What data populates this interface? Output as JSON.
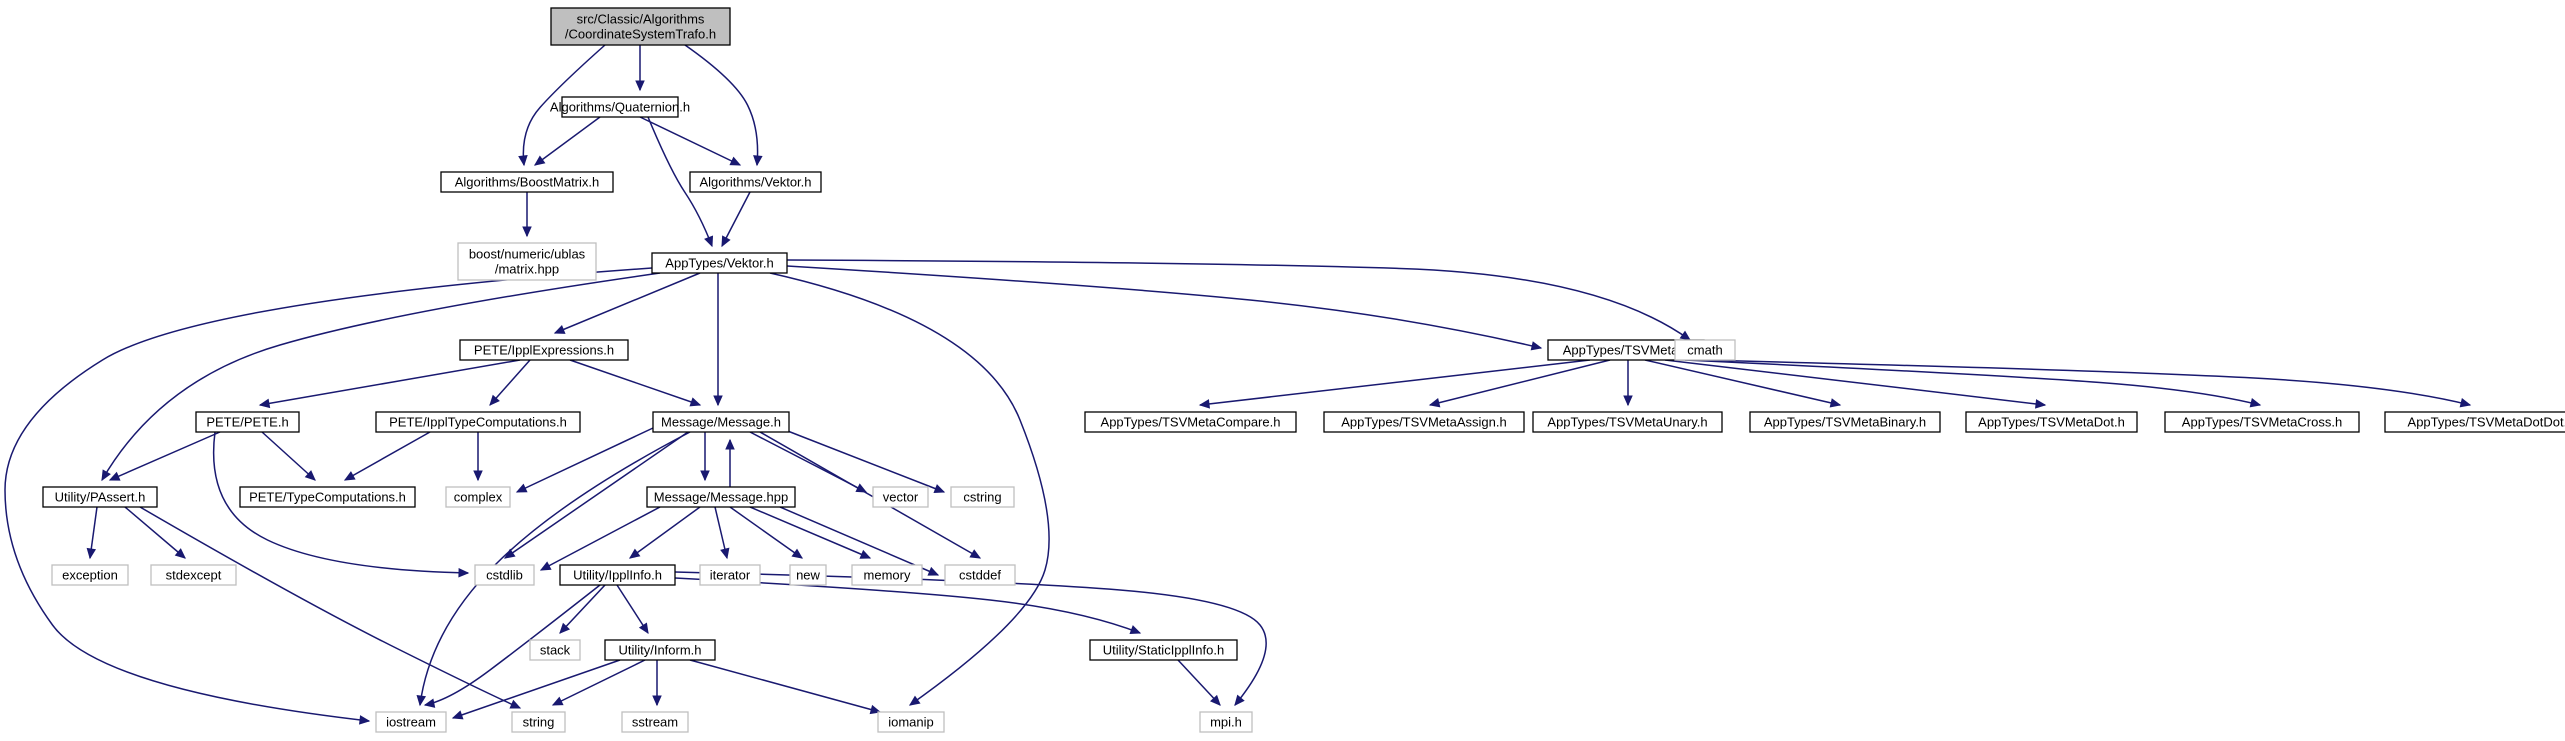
{
  "diagram": {
    "colors": {
      "edge": "#191970",
      "root_fill": "#bfbfbf",
      "root_border": "#000000",
      "node_fill": "#ffffff",
      "node_border": "#000000",
      "external_border": "#bfbfbf",
      "external_text": "#333333"
    },
    "nodes": [
      {
        "id": "root",
        "kind": "root",
        "lines": [
          "src/Classic/Algorithms",
          "/CoordinateSystemTrafo.h"
        ]
      },
      {
        "id": "quaternion",
        "kind": "header",
        "lines": [
          "Algorithms/Quaternion.h"
        ]
      },
      {
        "id": "boostmatrix",
        "kind": "header",
        "lines": [
          "Algorithms/BoostMatrix.h"
        ]
      },
      {
        "id": "algvektor",
        "kind": "header",
        "lines": [
          "Algorithms/Vektor.h"
        ]
      },
      {
        "id": "ublas",
        "kind": "external",
        "lines": [
          "boost/numeric/ublas",
          "/matrix.hpp"
        ]
      },
      {
        "id": "appvektor",
        "kind": "header",
        "lines": [
          "AppTypes/Vektor.h"
        ]
      },
      {
        "id": "ipplexpr",
        "kind": "header",
        "lines": [
          "PETE/IpplExpressions.h"
        ]
      },
      {
        "id": "tsvmeta",
        "kind": "header",
        "lines": [
          "AppTypes/TSVMeta.h"
        ]
      },
      {
        "id": "cmath",
        "kind": "external",
        "lines": [
          "cmath"
        ]
      },
      {
        "id": "pete",
        "kind": "header",
        "lines": [
          "PETE/PETE.h"
        ]
      },
      {
        "id": "ippltypecomp",
        "kind": "header",
        "lines": [
          "PETE/IpplTypeComputations.h"
        ]
      },
      {
        "id": "message",
        "kind": "header",
        "lines": [
          "Message/Message.h"
        ]
      },
      {
        "id": "tsvcompare",
        "kind": "header",
        "lines": [
          "AppTypes/TSVMetaCompare.h"
        ]
      },
      {
        "id": "tsvassign",
        "kind": "header",
        "lines": [
          "AppTypes/TSVMetaAssign.h"
        ]
      },
      {
        "id": "tsvunary",
        "kind": "header",
        "lines": [
          "AppTypes/TSVMetaUnary.h"
        ]
      },
      {
        "id": "tsvbinary",
        "kind": "header",
        "lines": [
          "AppTypes/TSVMetaBinary.h"
        ]
      },
      {
        "id": "tsvdot",
        "kind": "header",
        "lines": [
          "AppTypes/TSVMetaDot.h"
        ]
      },
      {
        "id": "tsvcross",
        "kind": "header",
        "lines": [
          "AppTypes/TSVMetaCross.h"
        ]
      },
      {
        "id": "tsvdotdot",
        "kind": "header",
        "lines": [
          "AppTypes/TSVMetaDotDot.h"
        ]
      },
      {
        "id": "passert",
        "kind": "header",
        "lines": [
          "Utility/PAssert.h"
        ]
      },
      {
        "id": "typecomp",
        "kind": "header",
        "lines": [
          "PETE/TypeComputations.h"
        ]
      },
      {
        "id": "complex",
        "kind": "external",
        "lines": [
          "complex"
        ]
      },
      {
        "id": "messagehpp",
        "kind": "header",
        "lines": [
          "Message/Message.hpp"
        ]
      },
      {
        "id": "vector",
        "kind": "external",
        "lines": [
          "vector"
        ]
      },
      {
        "id": "cstring",
        "kind": "external",
        "lines": [
          "cstring"
        ]
      },
      {
        "id": "exception",
        "kind": "external",
        "lines": [
          "exception"
        ]
      },
      {
        "id": "stdexcept",
        "kind": "external",
        "lines": [
          "stdexcept"
        ]
      },
      {
        "id": "cstdlib",
        "kind": "external",
        "lines": [
          "cstdlib"
        ]
      },
      {
        "id": "iterator",
        "kind": "external",
        "lines": [
          "iterator"
        ]
      },
      {
        "id": "new",
        "kind": "external",
        "lines": [
          "new"
        ]
      },
      {
        "id": "memory",
        "kind": "external",
        "lines": [
          "memory"
        ]
      },
      {
        "id": "cstddef",
        "kind": "external",
        "lines": [
          "cstddef"
        ]
      },
      {
        "id": "ipplinfo",
        "kind": "header",
        "lines": [
          "Utility/IpplInfo.h"
        ]
      },
      {
        "id": "stack",
        "kind": "external",
        "lines": [
          "stack"
        ]
      },
      {
        "id": "inform",
        "kind": "header",
        "lines": [
          "Utility/Inform.h"
        ]
      },
      {
        "id": "staticipplinfo",
        "kind": "header",
        "lines": [
          "Utility/StaticIpplInfo.h"
        ]
      },
      {
        "id": "iostream",
        "kind": "external",
        "lines": [
          "iostream"
        ]
      },
      {
        "id": "string",
        "kind": "external",
        "lines": [
          "string"
        ]
      },
      {
        "id": "sstream",
        "kind": "external",
        "lines": [
          "sstream"
        ]
      },
      {
        "id": "iomanip",
        "kind": "external",
        "lines": [
          "iomanip"
        ]
      },
      {
        "id": "mpi",
        "kind": "external",
        "lines": [
          "mpi.h"
        ]
      }
    ],
    "edges": [
      {
        "from": "root",
        "to": "quaternion"
      },
      {
        "from": "root",
        "to": "boostmatrix"
      },
      {
        "from": "root",
        "to": "algvektor"
      },
      {
        "from": "quaternion",
        "to": "boostmatrix"
      },
      {
        "from": "quaternion",
        "to": "algvektor"
      },
      {
        "from": "quaternion",
        "to": "appvektor"
      },
      {
        "from": "boostmatrix",
        "to": "ublas"
      },
      {
        "from": "algvektor",
        "to": "appvektor"
      },
      {
        "from": "appvektor",
        "to": "ipplexpr"
      },
      {
        "from": "appvektor",
        "to": "message"
      },
      {
        "from": "appvektor",
        "to": "tsvmeta"
      },
      {
        "from": "appvektor",
        "to": "cmath"
      },
      {
        "from": "appvektor",
        "to": "passert"
      },
      {
        "from": "appvektor",
        "to": "iostream"
      },
      {
        "from": "appvektor",
        "to": "iomanip"
      },
      {
        "from": "ipplexpr",
        "to": "pete"
      },
      {
        "from": "ipplexpr",
        "to": "ippltypecomp"
      },
      {
        "from": "ipplexpr",
        "to": "message"
      },
      {
        "from": "tsvmeta",
        "to": "tsvcompare"
      },
      {
        "from": "tsvmeta",
        "to": "tsvassign"
      },
      {
        "from": "tsvmeta",
        "to": "tsvunary"
      },
      {
        "from": "tsvmeta",
        "to": "tsvbinary"
      },
      {
        "from": "tsvmeta",
        "to": "tsvdot"
      },
      {
        "from": "tsvmeta",
        "to": "tsvcross"
      },
      {
        "from": "tsvmeta",
        "to": "tsvdotdot"
      },
      {
        "from": "pete",
        "to": "passert"
      },
      {
        "from": "pete",
        "to": "typecomp"
      },
      {
        "from": "pete",
        "to": "cstdlib"
      },
      {
        "from": "ippltypecomp",
        "to": "typecomp"
      },
      {
        "from": "ippltypecomp",
        "to": "complex"
      },
      {
        "from": "message",
        "to": "messagehpp"
      },
      {
        "from": "messagehpp",
        "to": "message"
      },
      {
        "from": "message",
        "to": "complex"
      },
      {
        "from": "message",
        "to": "vector"
      },
      {
        "from": "message",
        "to": "cstring"
      },
      {
        "from": "message",
        "to": "cstdlib"
      },
      {
        "from": "message",
        "to": "cstddef"
      },
      {
        "from": "message",
        "to": "iostream"
      },
      {
        "from": "passert",
        "to": "exception"
      },
      {
        "from": "passert",
        "to": "stdexcept"
      },
      {
        "from": "passert",
        "to": "string"
      },
      {
        "from": "messagehpp",
        "to": "cstdlib"
      },
      {
        "from": "messagehpp",
        "to": "ipplinfo"
      },
      {
        "from": "messagehpp",
        "to": "iterator"
      },
      {
        "from": "messagehpp",
        "to": "new"
      },
      {
        "from": "messagehpp",
        "to": "memory"
      },
      {
        "from": "messagehpp",
        "to": "cstddef"
      },
      {
        "from": "ipplinfo",
        "to": "stack"
      },
      {
        "from": "ipplinfo",
        "to": "inform"
      },
      {
        "from": "ipplinfo",
        "to": "iostream"
      },
      {
        "from": "ipplinfo",
        "to": "staticipplinfo"
      },
      {
        "from": "ipplinfo",
        "to": "mpi"
      },
      {
        "from": "inform",
        "to": "iostream"
      },
      {
        "from": "inform",
        "to": "string"
      },
      {
        "from": "inform",
        "to": "sstream"
      },
      {
        "from": "inform",
        "to": "iomanip"
      },
      {
        "from": "staticipplinfo",
        "to": "mpi"
      }
    ]
  }
}
